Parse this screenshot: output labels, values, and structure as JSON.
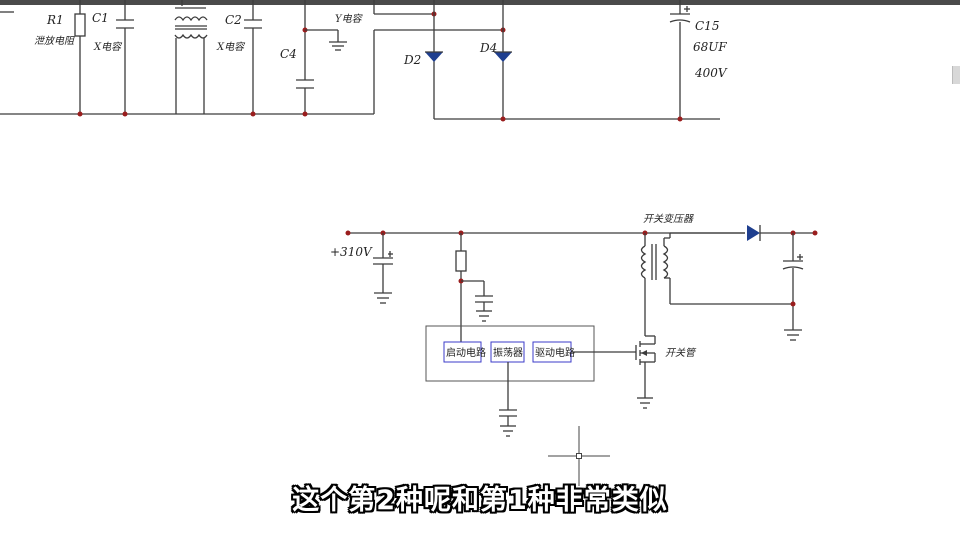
{
  "labels": {
    "r1": "R1",
    "r1_desc": "泄放电阻",
    "c1": "C1",
    "c1_desc": "X电容",
    "c2": "C2",
    "c2_desc": "X电容",
    "c4": "C4",
    "y_cap": "Y电容",
    "d2": "D2",
    "d4": "D4",
    "c15": "C15",
    "c15_value": "68UF",
    "c15_voltage": "400V",
    "v310": "+310V",
    "transformer": "开关变压器",
    "switch_tube": "开关管"
  },
  "blocks": {
    "startup": "启动电路",
    "oscillator": "振荡器",
    "driver": "驱动电路"
  },
  "subtitle": "这个第2种呢和第1种非常类似",
  "colors": {
    "wire": "#3c3c3c",
    "junction": "#9a1d1d",
    "diode": "#1f3f8f",
    "block_border": "#3b3bc8"
  }
}
